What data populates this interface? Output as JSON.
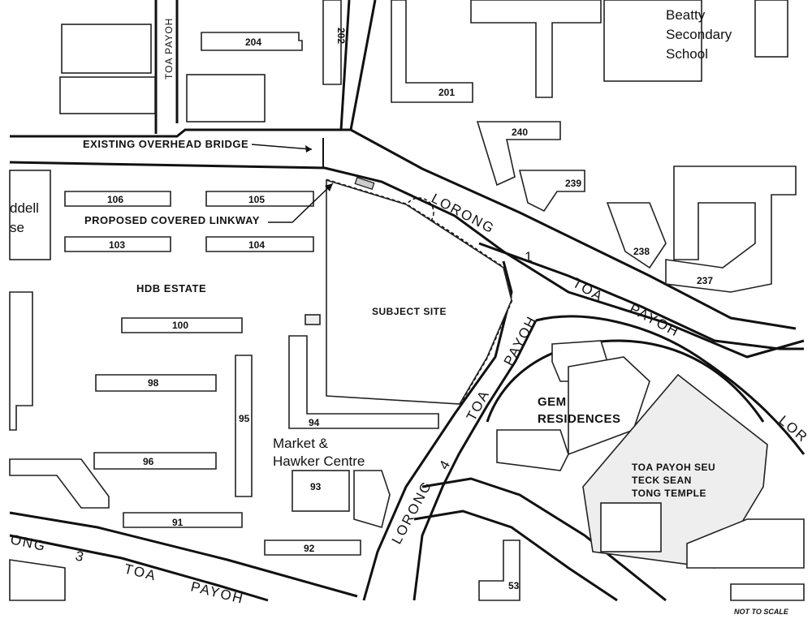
{
  "map": {
    "roads": {
      "toa_payoh_west": "TOA PAYOH",
      "lorong_1": "LORONG",
      "lorong_1_number": "1",
      "toa_payoh_1": "TOA",
      "payoh_1": "PAYOH",
      "lorong_4": "LORONG",
      "lorong_4_number": "4",
      "toa_4": "TOA",
      "payoh_4": "PAYOH",
      "lorong_3_a": "ONG",
      "lorong_3_number": "3",
      "toa_3": "TOA",
      "payoh_3": "PAYOH",
      "lor_east": "LOR"
    },
    "annotations": {
      "overhead_bridge": "EXISTING OVERHEAD BRIDGE",
      "covered_linkway": "PROPOSED COVERED LINKWAY",
      "hdb_estate": "HDB ESTATE",
      "subject_site": "SUBJECT SITE",
      "market_line1": "Market &",
      "market_line2": "Hawker Centre",
      "gem_line1": "GEM",
      "gem_line2": "RESIDENCES",
      "temple_line1": "TOA PAYOH SEU",
      "temple_line2": "TECK SEAN",
      "temple_line3": "TONG TEMPLE",
      "school_line1": "Beatty",
      "school_line2": "Secondary",
      "school_line3": "School",
      "left_fragment_1": "ddell",
      "left_fragment_2": "se",
      "scale_note": "NOT TO SCALE"
    },
    "blocks": {
      "b204": "204",
      "b202": "202",
      "b201": "201",
      "b240": "240",
      "b239": "239",
      "b238": "238",
      "b237": "237",
      "b106": "106",
      "b105": "105",
      "b103": "103",
      "b104": "104",
      "b100": "100",
      "b98": "98",
      "b95": "95",
      "b94": "94",
      "b96": "96",
      "b93": "93",
      "b91": "91",
      "b92": "92",
      "b53": "53"
    }
  }
}
